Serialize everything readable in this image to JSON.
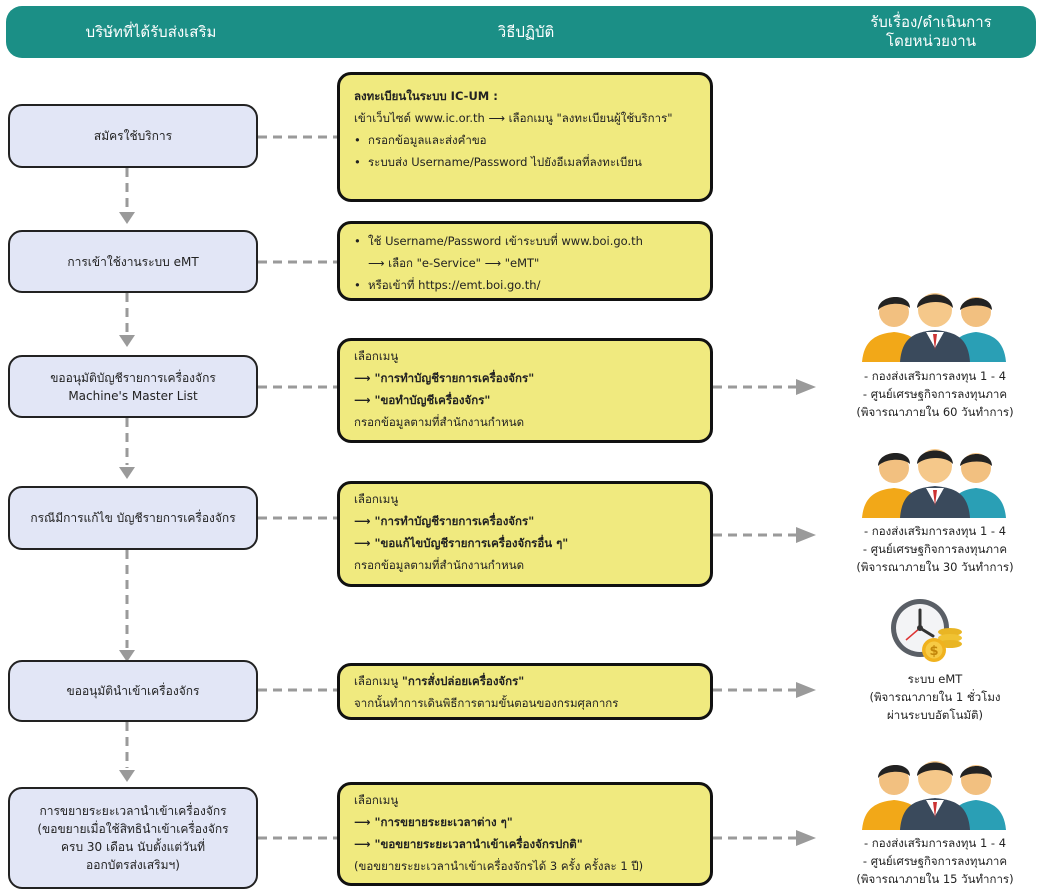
{
  "header": {
    "col1": "บริษัทที่ได้รับส่งเสริม",
    "col2": "วิธีปฏิบัติ",
    "col3_line1": "รับเรื่อง/ดำเนินการ",
    "col3_line2": "โดยหน่วยงาน"
  },
  "steps": [
    {
      "lines": [
        "สมัครใช้บริการ"
      ],
      "action": {
        "title": "ลงทะเบียนในระบบ IC-UM :",
        "l1": "เข้าเว็บไซต์ www.ic.or.th  ⟶  เลือกเมนู \"ลงทะเบียนผู้ใช้บริการ\"",
        "l2": "กรอกข้อมูลและส่งคำขอ",
        "l3": "ระบบส่ง Username/Password  ไปยังอีเมลที่ลงทะเบียน"
      }
    },
    {
      "lines": [
        "การเข้าใช้งานระบบ eMT"
      ],
      "action": {
        "l1": "ใช้ Username/Password  เข้าระบบที่ www.boi.go.th",
        "l2": "⟶ เลือก  \"e-Service\" ⟶ \"eMT\"",
        "l3": "หรือเข้าที่ https://emt.boi.go.th/"
      }
    },
    {
      "lines": [
        "ขออนุมัติบัญชีรายการเครื่องจักร",
        "Machine's Master List"
      ],
      "action": {
        "l1": "เลือกเมนู",
        "l2": "⟶ \"การทำบัญชีรายการเครื่องจักร\"",
        "l3": "⟶ \"ขอทำบัญชีเครื่องจักร\"",
        "l4": "กรอกข้อมูลตามที่สำนักงานกำหนด"
      },
      "agent": [
        "- กองส่งเสริมการลงทุน 1 -  4",
        "- ศูนย์เศรษฐกิจการลงทุนภาค",
        "(พิจารณาภายใน 60 วันทำการ)"
      ]
    },
    {
      "lines": [
        "กรณีมีการแก้ไข  บัญชีรายการเครื่องจักร"
      ],
      "action": {
        "l1": "เลือกเมนู",
        "l2": "⟶ \"การทำบัญชีรายการเครื่องจักร\"",
        "l3": "⟶ \"ขอแก้ไขบัญชีรายการเครื่องจักรอื่น ๆ\"",
        "l4": "กรอกข้อมูลตามที่สำนักงานกำหนด"
      },
      "agent": [
        "- กองส่งเสริมการลงทุน 1 - 4",
        "- ศูนย์เศรษฐกิจการลงทุนภาค",
        "(พิจารณาภายใน 30 วันทำการ)"
      ]
    },
    {
      "lines": [
        "ขออนุมัตินำเข้าเครื่องจักร"
      ],
      "action": {
        "l1a": "เลือกเมนู ",
        "l1b": "\"การสั่งปล่อยเครื่องจักร\"",
        "l2": "จากนั้นทำการเดินพิธีการตามขั้นตอนของกรมศุลกากร"
      },
      "agent": [
        "ระบบ eMT",
        "(พิจารณาภายใน 1 ชั่วโมง",
        "ผ่านระบบอัตโนมัติ)"
      ]
    },
    {
      "lines": [
        "การขยายระยะเวลานำเข้าเครื่องจักร",
        "(ขอขยายเมื่อใช้สิทธินำเข้าเครื่องจักร",
        "ครบ 30 เดือน  นับตั้งแต่วันที่",
        "ออกบัตรส่งเสริมฯ)"
      ],
      "action": {
        "l1": "เลือกเมนู",
        "l2": "⟶ \"การขยายระยะเวลาต่าง ๆ\"",
        "l3": "⟶ \"ขอขยายระยะเวลานำเข้าเครื่องจักรปกติ\"",
        "l4": "(ขอขยายระยะเวลานำเข้าเครื่องจักรได้ 3  ครั้ง  ครั้งละ 1  ปี)"
      },
      "agent": [
        "- กองส่งเสริมการลงทุน 1 - 4",
        "- ศูนย์เศรษฐกิจการลงทุนภาค",
        "(พิจารณาภายใน 15 วันทำการ)"
      ]
    }
  ],
  "colors": {
    "header": "#1b8f86",
    "step_fill": "#e2e6f6",
    "action_fill": "#f0ea7f",
    "connector": "#9a9a9a"
  },
  "icons": [
    "people-group-icon",
    "clock-coins-icon"
  ]
}
